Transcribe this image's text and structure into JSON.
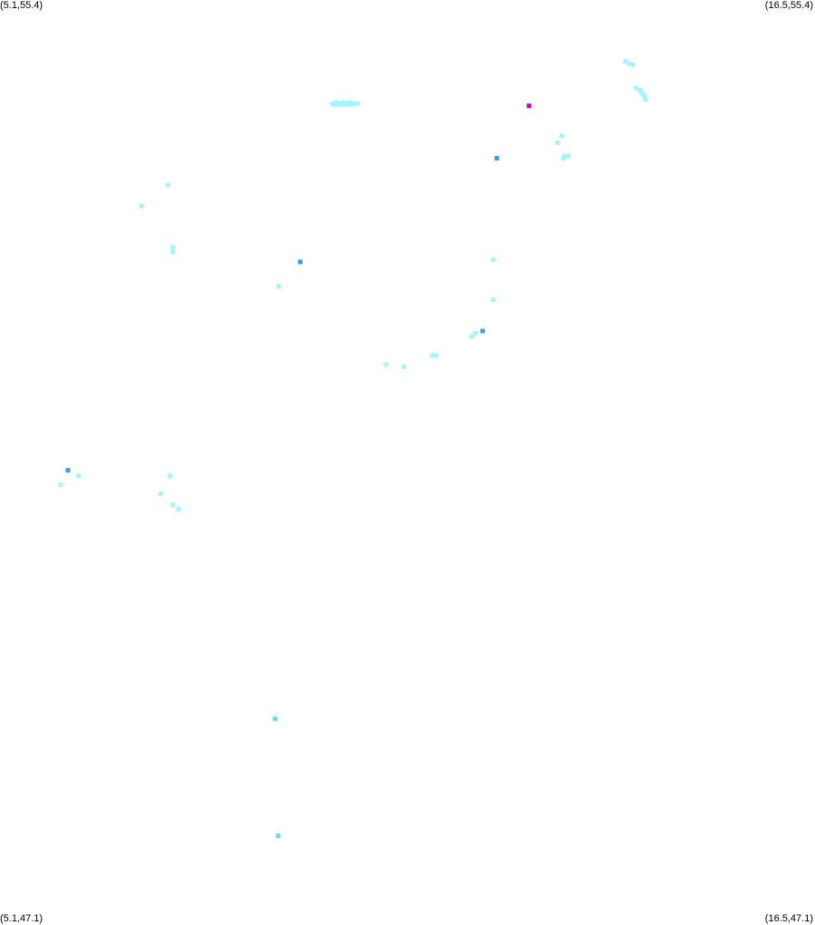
{
  "corner_labels": {
    "top_left": "(5.1,55.4)",
    "top_right": "(16.5,55.4)",
    "bottom_left": "(5.1,47.1)",
    "bottom_right": "(16.5,47.1)"
  },
  "colors": {
    "background": "#ffffff",
    "light": "#9ff7fb",
    "medium": "#67d9f2",
    "dark": "#2aa6e6",
    "highlight": "#d400d4"
  },
  "chart_data": {
    "type": "scatter",
    "xlim": [
      5.1,
      16.5
    ],
    "ylim": [
      47.1,
      55.4
    ],
    "series": [
      {
        "color_key": "light",
        "points": [
          [
            9.75,
            54.47
          ],
          [
            9.8,
            54.48
          ],
          [
            9.85,
            54.47
          ],
          [
            9.9,
            54.48
          ],
          [
            9.95,
            54.47
          ],
          [
            10.0,
            54.48
          ],
          [
            10.05,
            54.47
          ],
          [
            10.1,
            54.47
          ],
          [
            9.8,
            54.46
          ],
          [
            9.9,
            54.46
          ],
          [
            10.0,
            54.46
          ],
          [
            13.85,
            54.85
          ],
          [
            13.9,
            54.83
          ],
          [
            13.95,
            54.82
          ],
          [
            14.0,
            54.61
          ],
          [
            14.05,
            54.59
          ],
          [
            14.08,
            54.57
          ],
          [
            14.1,
            54.55
          ],
          [
            14.12,
            54.53
          ],
          [
            14.13,
            54.51
          ],
          [
            12.9,
            54.12
          ],
          [
            12.96,
            54.18
          ],
          [
            13.0,
            54.0
          ],
          [
            12.98,
            53.98
          ],
          [
            13.05,
            54.0
          ],
          [
            7.45,
            53.74
          ],
          [
            7.08,
            53.55
          ],
          [
            7.52,
            53.18
          ],
          [
            7.52,
            53.14
          ],
          [
            9.0,
            52.83
          ],
          [
            12.0,
            52.71
          ],
          [
            11.75,
            52.41
          ],
          [
            11.7,
            52.38
          ],
          [
            11.15,
            52.21
          ],
          [
            11.2,
            52.21
          ],
          [
            10.5,
            52.13
          ],
          [
            10.75,
            52.11
          ],
          [
            5.95,
            51.05
          ],
          [
            6.2,
            51.13
          ],
          [
            7.48,
            51.13
          ],
          [
            7.35,
            50.97
          ],
          [
            7.52,
            50.87
          ],
          [
            7.6,
            50.83
          ],
          [
            12.0,
            53.07
          ]
        ]
      },
      {
        "color_key": "medium",
        "points": [
          [
            8.95,
            48.95
          ],
          [
            8.99,
            47.9
          ]
        ]
      },
      {
        "color_key": "dark",
        "points": [
          [
            9.3,
            53.05
          ],
          [
            11.85,
            52.43
          ],
          [
            6.05,
            51.18
          ],
          [
            12.05,
            53.98
          ]
        ]
      },
      {
        "color_key": "highlight",
        "points": [
          [
            12.5,
            54.45
          ]
        ]
      }
    ]
  }
}
